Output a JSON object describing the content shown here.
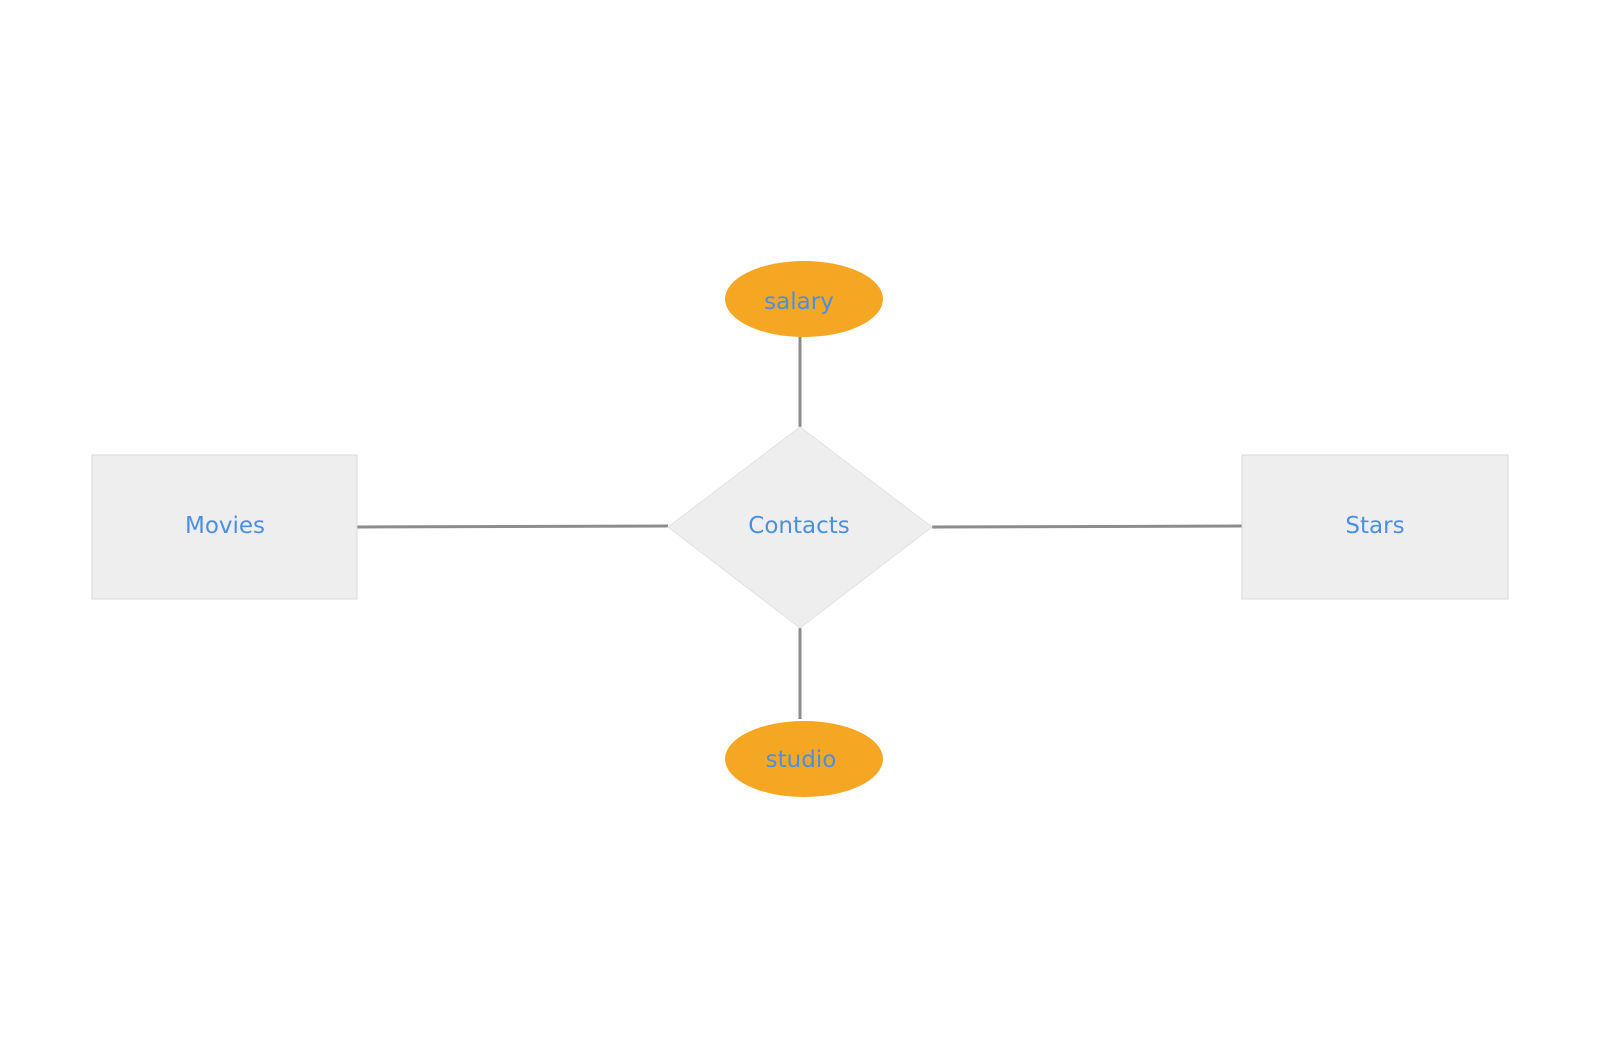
{
  "colors": {
    "background": "#ffffff",
    "entity_fill": "#eeeeee",
    "entity_stroke": "#d9d9d9",
    "relationship_fill": "#eeeeee",
    "attribute_fill": "#f5a623",
    "connector": "#8c8c8c",
    "label_text": "#4a90e2"
  },
  "entities": [
    {
      "id": "movies",
      "label": "Movies"
    },
    {
      "id": "stars",
      "label": "Stars"
    }
  ],
  "relationship": {
    "id": "contacts",
    "label": "Contacts"
  },
  "attributes": [
    {
      "id": "salary",
      "label": "salary"
    },
    {
      "id": "studio",
      "label": "studio"
    }
  ],
  "connections": [
    {
      "from": "movies",
      "to": "contacts"
    },
    {
      "from": "contacts",
      "to": "stars"
    },
    {
      "from": "salary",
      "to": "contacts"
    },
    {
      "from": "contacts",
      "to": "studio"
    }
  ]
}
